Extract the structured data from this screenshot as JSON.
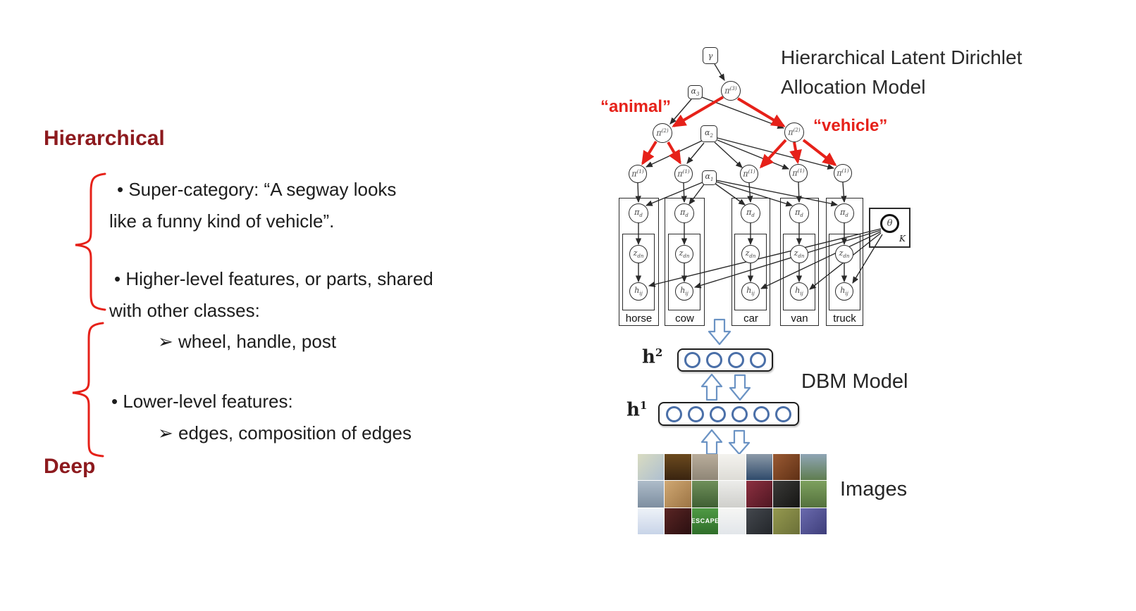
{
  "left_panel": {
    "heading_hierarchical": "Hierarchical",
    "heading_deep": "Deep",
    "bullets": {
      "b1l1": "• Super-category: “A segway looks",
      "b1l2": "like a funny kind of vehicle”.",
      "b2l1": "• Higher-level features, or parts,  shared",
      "b2l2": "with other classes:",
      "b2sub": "➢ wheel, handle, post",
      "b3l1": "• Lower-level features:",
      "b3sub": "➢ edges, composition of edges"
    }
  },
  "diagram": {
    "title_line1": "Hierarchical Latent Dirichlet",
    "title_line2": "Allocation Model",
    "branch_labels": {
      "animal": "“animal”",
      "vehicle": "“vehicle”"
    },
    "nodes": {
      "gamma": "γ",
      "alpha3": {
        "base": "α",
        "sub": "3"
      },
      "alpha2": {
        "base": "α",
        "sub": "2"
      },
      "alpha1": {
        "base": "α",
        "sub": "1"
      },
      "pi3": {
        "base": "π",
        "sup": "(3)"
      },
      "pi2": {
        "base": "π",
        "sup": "(2)"
      },
      "pi1": {
        "base": "π",
        "sup": "(1)"
      },
      "pi_d": {
        "base": "π",
        "sub": "d"
      },
      "z_dn": {
        "base": "z",
        "sub": "dn"
      },
      "h_ij": {
        "base": "h",
        "sub": "ij"
      },
      "theta": "θ",
      "K": "K"
    },
    "categories": [
      "horse",
      "cow",
      "car",
      "van",
      "truck"
    ],
    "dbm": {
      "label": "DBM Model",
      "h2": {
        "base": "h",
        "sup": "2"
      },
      "h1": {
        "base": "h",
        "sup": "1"
      }
    },
    "images_label": "Images",
    "escape_text": "ESCAPE",
    "tiles": [
      "background:linear-gradient(135deg,#d9dcc1,#aebfd0)",
      "background:linear-gradient(180deg,#6b4a1e,#3a2410)",
      "background:linear-gradient(180deg,#b9ad9b,#8f8677)",
      "background:linear-gradient(180deg,#f4f3ef,#dddcd6)",
      "background:linear-gradient(180deg,#8c9aa8,#2f4a6b)",
      "background:linear-gradient(135deg,#9a5a33,#5f3015)",
      "background:linear-gradient(180deg,#8fa5b5,#5f7d4f)",
      "background:linear-gradient(180deg,#aebcc9,#7d8ea0)",
      "background:linear-gradient(135deg,#d0a873,#9c7444)",
      "background:linear-gradient(180deg,#6f8f5a,#3f5f33)",
      "background:linear-gradient(180deg,#ececea,#cfcfcb)",
      "background:linear-gradient(135deg,#8c3040,#4f1622)",
      "background:linear-gradient(135deg,#3a3a38,#161614)",
      "background:linear-gradient(180deg,#7da05e,#54713d)",
      "background:linear-gradient(180deg,#eef2f8,#c8d4e8)",
      "background:linear-gradient(135deg,#5a2524,#2a0f10)",
      "background:linear-gradient(180deg,#4f9a44,#2f6e2a)",
      "background:linear-gradient(180deg,#f6f6f4,#e2e6ea)",
      "background:linear-gradient(135deg,#44484e,#23262a)",
      "background:linear-gradient(135deg,#95994f,#6b7038)",
      "background:linear-gradient(135deg,#6a6aae,#3e3e7a)"
    ]
  },
  "colors": {
    "dark_red": "#8d1a1e",
    "bright_red": "#e62119",
    "node_blue": "#4a6fa8",
    "arrow_blue": "#6b93c4",
    "text": "#1d1d1d"
  }
}
